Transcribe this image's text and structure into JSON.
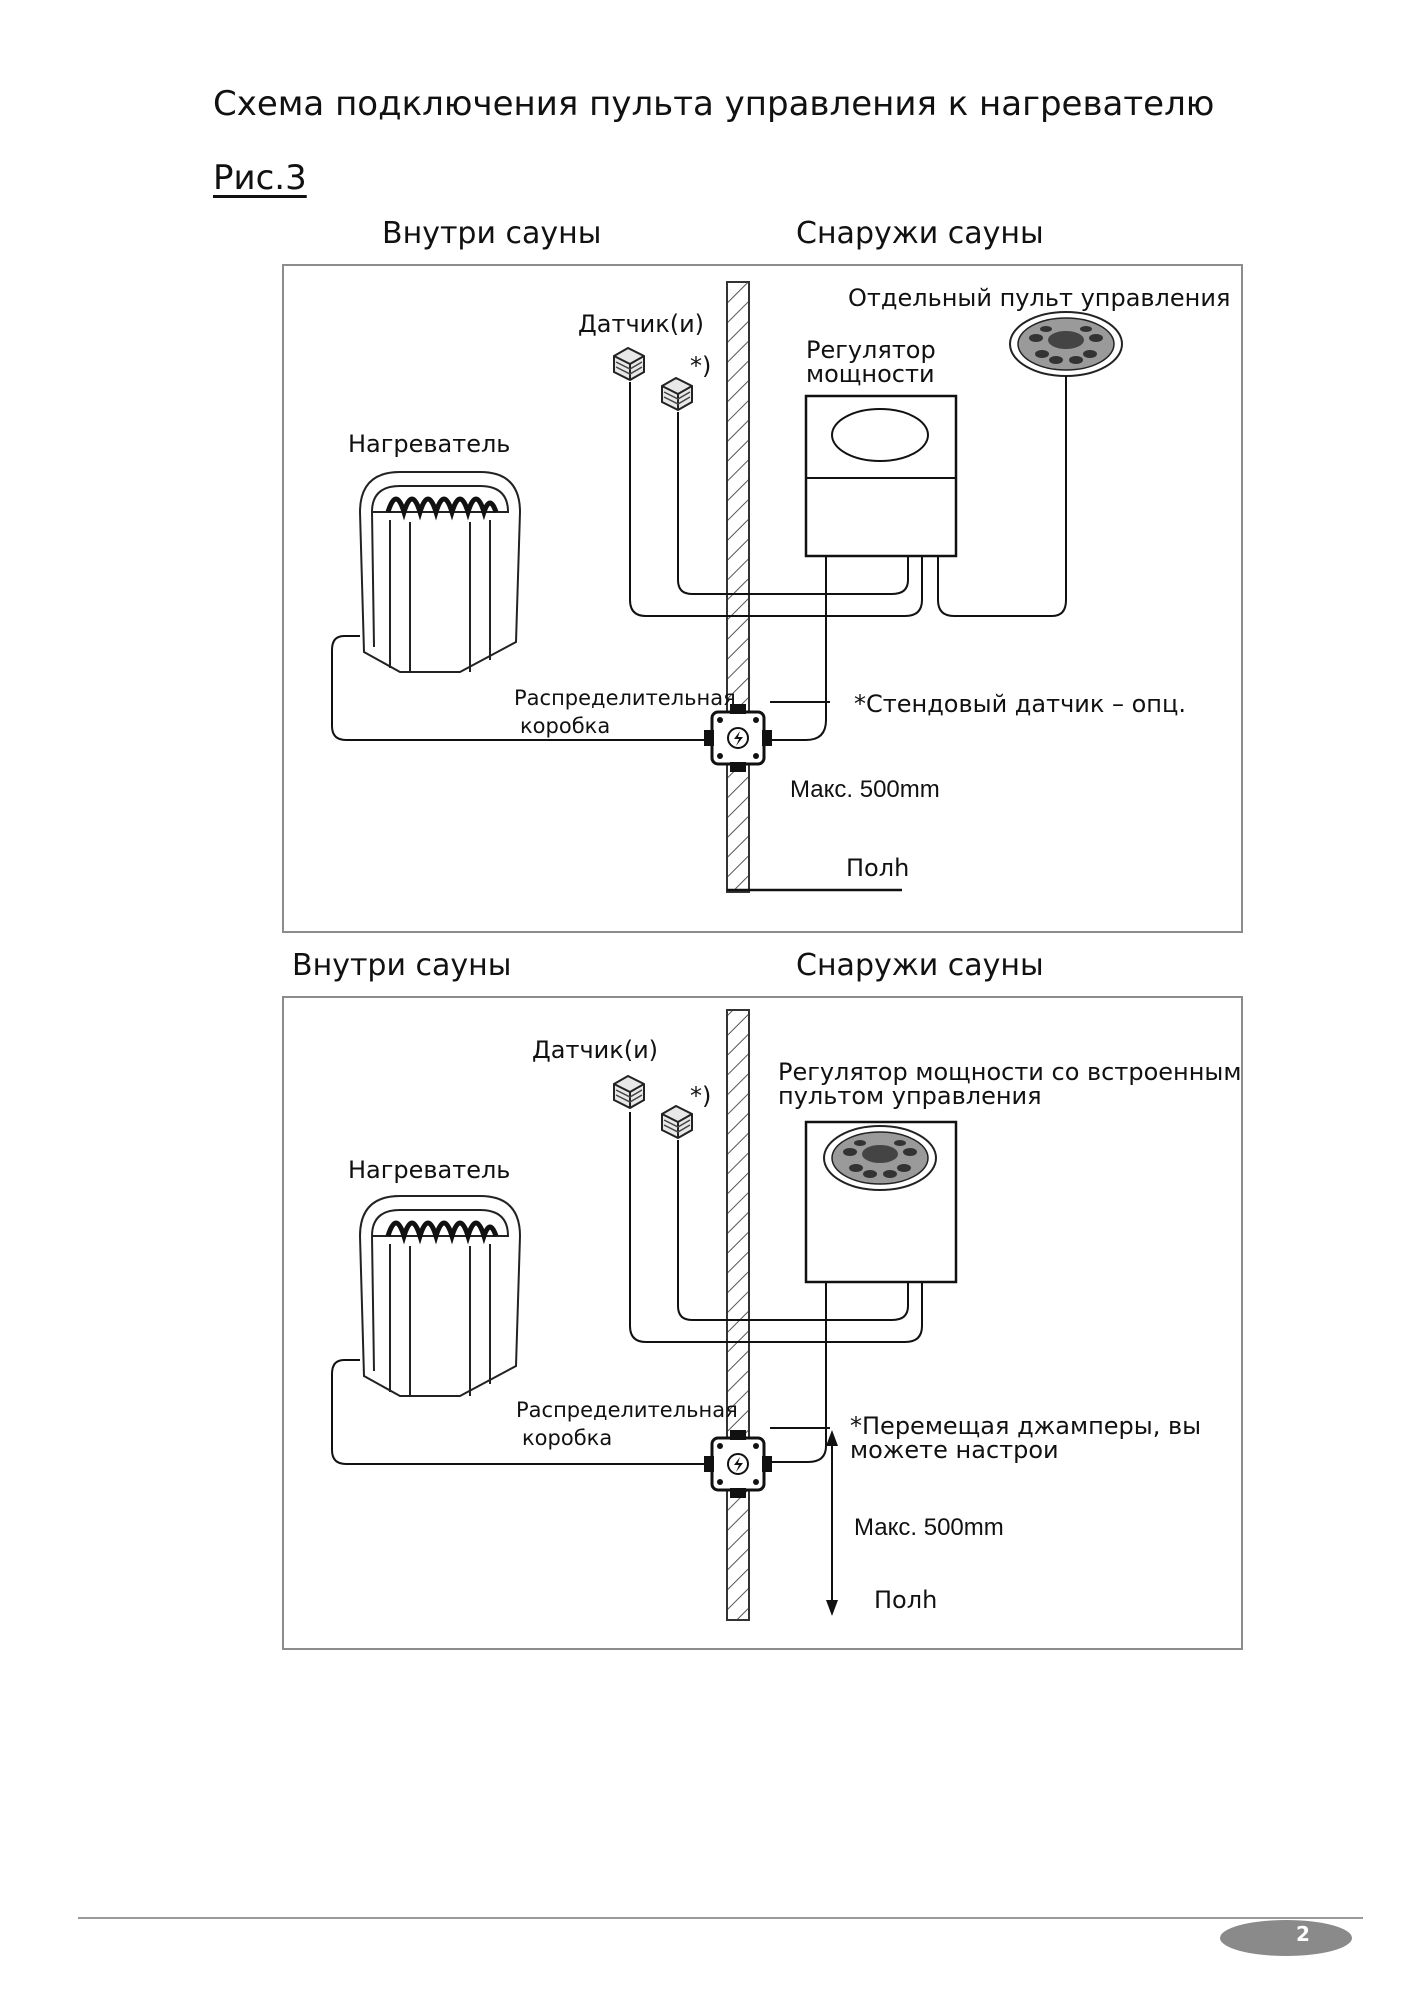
{
  "page": {
    "title": "Схема подключения пульта управления к нагревателю",
    "figure": "Рис.3",
    "page_number": "2"
  },
  "diagram1": {
    "inside_label": "Внутри сауны",
    "outside_label": "Снаружи сауны",
    "sensors_label": "Датчик(и)",
    "optional_mark": "*)",
    "heater_label": "Нагреватель",
    "power_regulator_label_line1": "Регулятор",
    "power_regulator_label_line2": "мощности",
    "remote_panel_label": "Отдельный пульт управления",
    "junction_box_line1": "Распределительная",
    "junction_box_line2": "коробка",
    "bench_sensor_note": "*Стендовый датчик – опц.",
    "max_height": "Макс. 500mm",
    "floor_label": "Полh"
  },
  "diagram2": {
    "inside_label": "Внутри сауны",
    "outside_label": "Снаружи сауны",
    "sensors_label": "Датчик(и)",
    "optional_mark": "*)",
    "heater_label": "Нагреватель",
    "regulator_label_line1": "Регулятор мощности со встроенным",
    "regulator_label_line2": "пультом управления",
    "junction_box_line1": "Распределительная",
    "junction_box_line2": "коробка",
    "jumper_note_line1": "*Перемещая джамперы, вы",
    "jumper_note_line2": "можете настрои",
    "max_height": "Макс. 500mm",
    "floor_label": "Полh"
  }
}
